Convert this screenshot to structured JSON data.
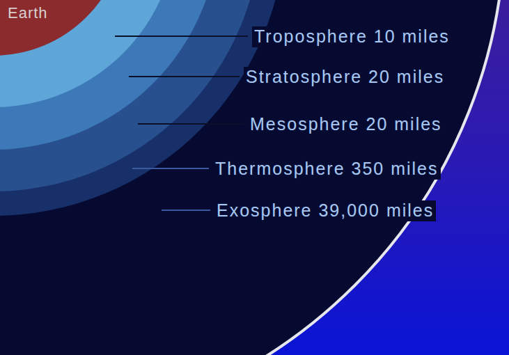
{
  "diagram": {
    "labels": [
      "Earth",
      "Troposphere 10 miles",
      "Stratosphere 20 miles",
      "Mesosphere 20 miles",
      "Thermosphere 350 miles",
      "Exosphere 39,000 miles"
    ]
  }
}
